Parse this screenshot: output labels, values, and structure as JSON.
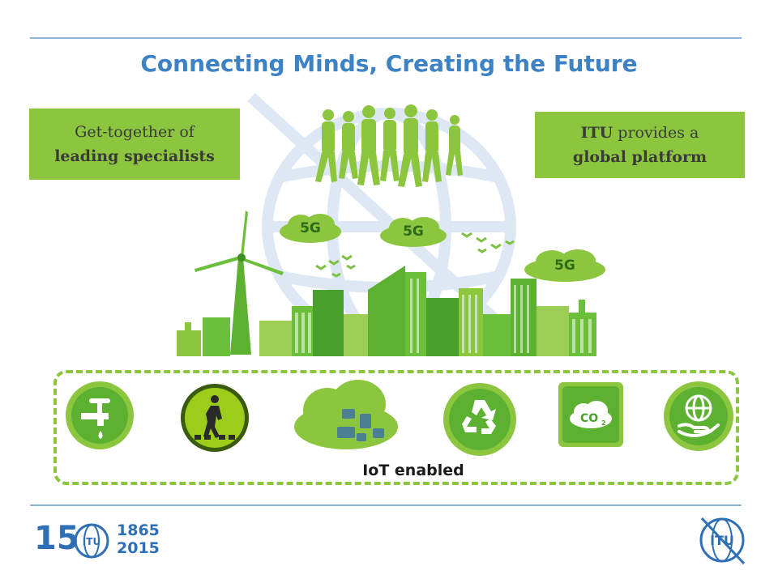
{
  "title": "Connecting Minds, Creating the Future",
  "left_box": {
    "line1": "Get-together of",
    "line2": "leading specialists"
  },
  "right_box": {
    "line1_bold": "ITU",
    "line1_rest": " provides a",
    "line2": "global platform"
  },
  "clouds": [
    "5G",
    "5G",
    "5G"
  ],
  "iot": {
    "label": "IoT enabled",
    "icons": [
      "water-tap-icon",
      "pedestrian-crossing-icon",
      "cloud-devices-icon",
      "recycle-icon",
      "co2-icon",
      "globe-hand-icon"
    ]
  },
  "footer": {
    "anniversary": "15",
    "logo_text": "ITU",
    "year_start": "1865",
    "year_end": "2015"
  },
  "colors": {
    "title_blue": "#3d82c4",
    "green": "#8cc63f",
    "dark_green": "#4aa02c",
    "rule_blue": "#8fb3d9",
    "footer_blue": "#2e6fb6"
  }
}
